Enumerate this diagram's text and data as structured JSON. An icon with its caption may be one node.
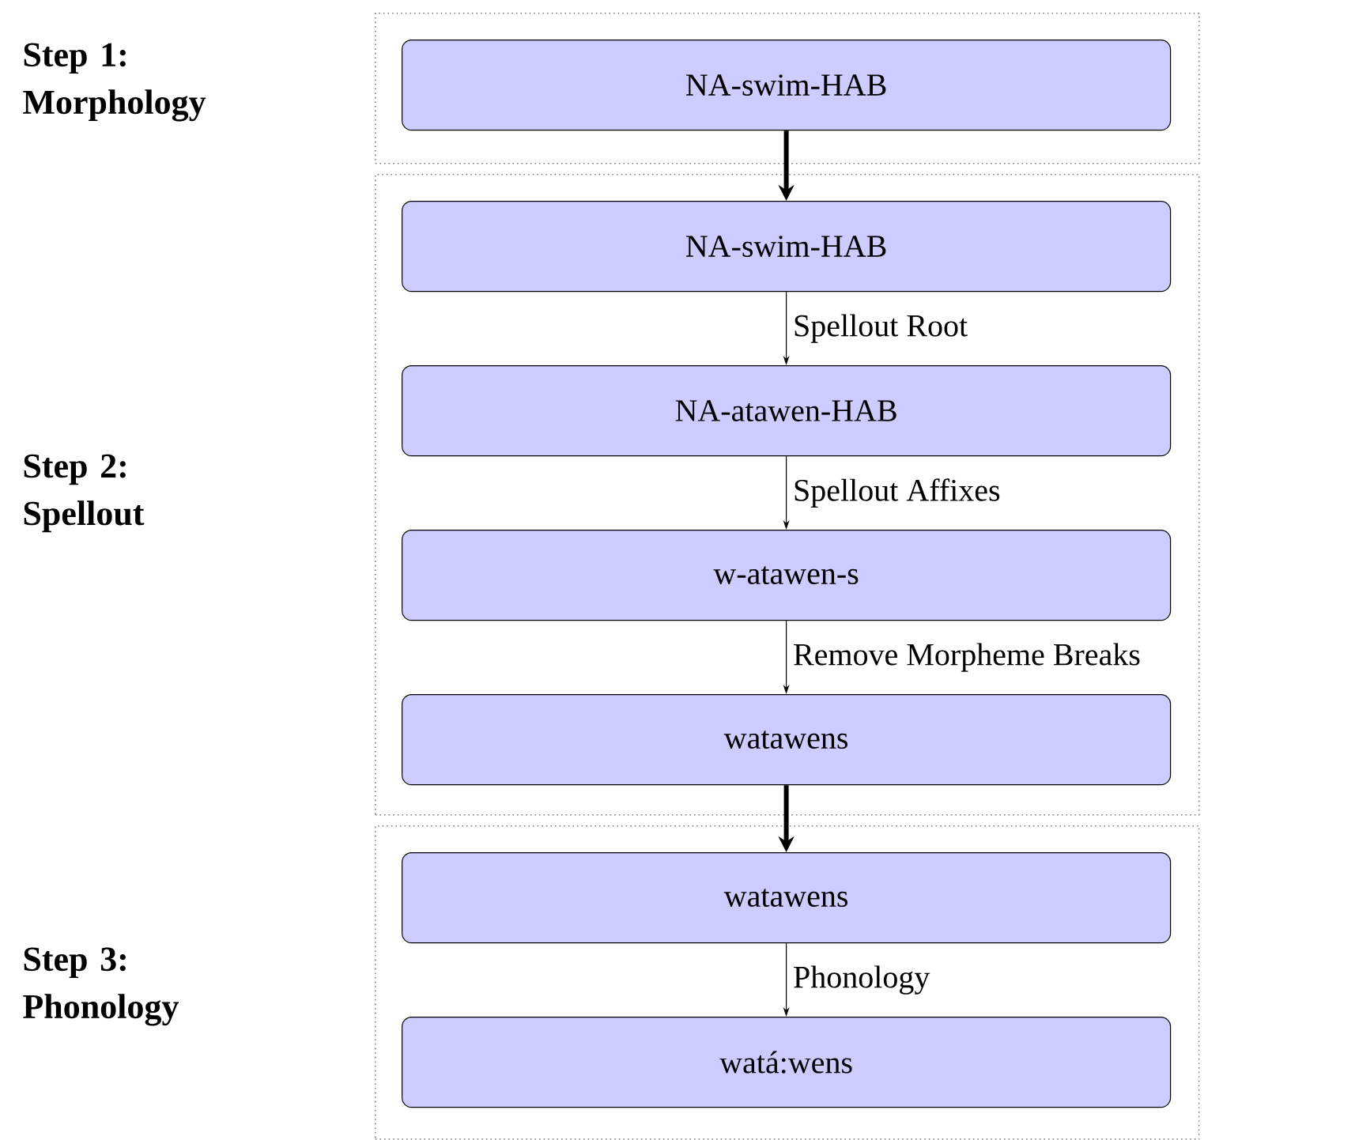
{
  "diagram": {
    "nodes": [
      {
        "text": [],
        "shape": "box"
      },
      {
        "text": [
          "NA-swim-HAB"
        ],
        "in": 0
      },
      {
        "text": [],
        "shape": "box"
      },
      {
        "text": [
          "NA-swim-HAB"
        ],
        "in": 2
      },
      {
        "text": [
          "NA-atawen-HAB"
        ],
        "in": 2
      },
      {
        "text": [
          "w-atawen-s"
        ],
        "in": 2
      },
      {
        "text": [
          "watawens"
        ],
        "in": 2
      },
      {
        "text": [],
        "shape": "box"
      },
      {
        "text": [
          "watawens"
        ],
        "in": 7
      },
      {
        "text": [
          "watá:wens"
        ],
        "in": 7
      }
    ],
    "edges": [
      {
        "from": 1,
        "to": 3,
        "arrow": "to",
        "style": "thick"
      },
      {
        "from": 3,
        "to": 4,
        "arrow": "to",
        "label": "Spellout Root"
      },
      {
        "from": 4,
        "to": 5,
        "arrow": "to",
        "label": "Spellout Affixes"
      },
      {
        "from": 5,
        "to": 6,
        "arrow": "to",
        "label": "Remove Morpheme Breaks"
      },
      {
        "from": 6,
        "to": 8,
        "arrow": "to",
        "style": "thick"
      },
      {
        "from": 8,
        "to": 9,
        "arrow": "to",
        "label": "Phonology"
      }
    ],
    "labels": [
      "Step 1: Morphology",
      "Step 2: Spellout",
      "Step 3: Phonology"
    ]
  }
}
